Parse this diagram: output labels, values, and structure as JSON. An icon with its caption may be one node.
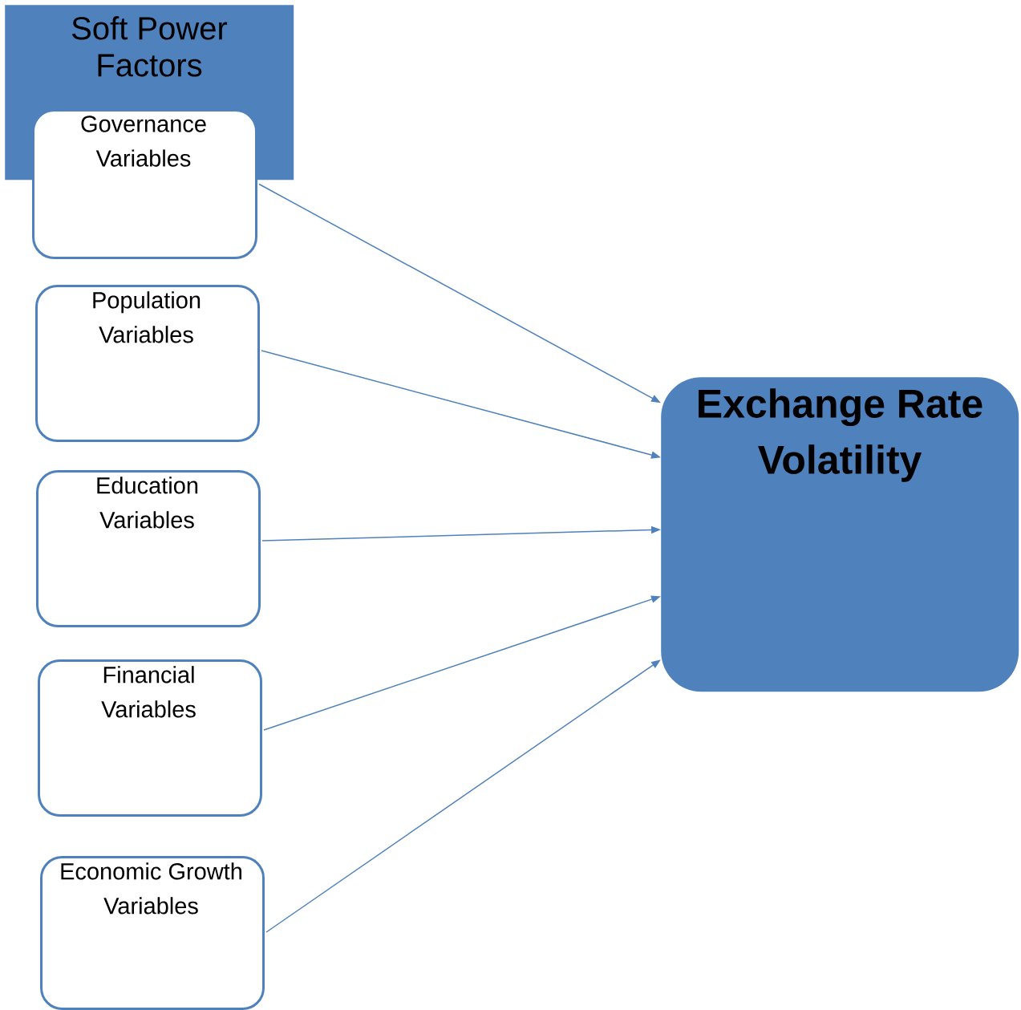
{
  "diagram": {
    "nodes": [
      {
        "text": [
          "Soft Power Factors"
        ]
      },
      {
        "text": [
          "Governance Variables"
        ]
      },
      {
        "text": [
          "Population Variables"
        ]
      },
      {
        "text": [
          "Education Variables"
        ]
      },
      {
        "text": [
          "Financial Variables"
        ]
      },
      {
        "text": [
          "Economic Growth Variables"
        ]
      },
      {
        "text": [
          "Exchange Rate Volatility"
        ]
      }
    ],
    "edges": [
      {
        "from": 1,
        "to": 6,
        "arrow": "to"
      },
      {
        "from": 2,
        "to": 6,
        "arrow": "to"
      },
      {
        "from": 3,
        "to": 6,
        "arrow": "to"
      },
      {
        "from": 4,
        "to": 6,
        "arrow": "to"
      },
      {
        "from": 5,
        "to": 6,
        "arrow": "to"
      }
    ]
  }
}
